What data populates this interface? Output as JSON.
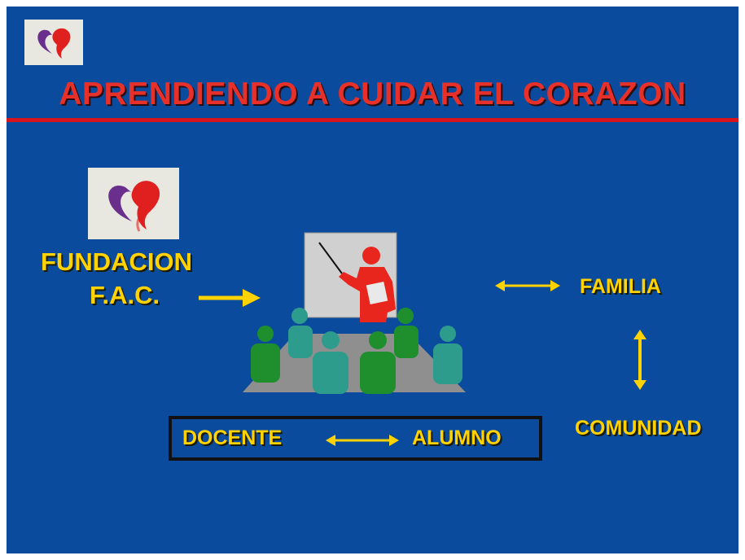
{
  "slide": {
    "title": "APRENDIENDO A CUIDAR EL CORAZON",
    "fundacion_line1": "FUNDACION",
    "fundacion_line2": "F.A.C.",
    "familia": "FAMILIA",
    "comunidad": "COMUNIDAD",
    "docente": "DOCENTE",
    "alumno": "ALUMNO"
  },
  "colors": {
    "background": "#0a4b9e",
    "title": "#e8302a",
    "label": "#ffd200",
    "rule": "#d8141c"
  },
  "icons": [
    "heart-logo-icon",
    "teacher-classroom-icon",
    "arrow-right-icon",
    "double-arrow-horizontal-icon",
    "double-arrow-vertical-icon"
  ]
}
